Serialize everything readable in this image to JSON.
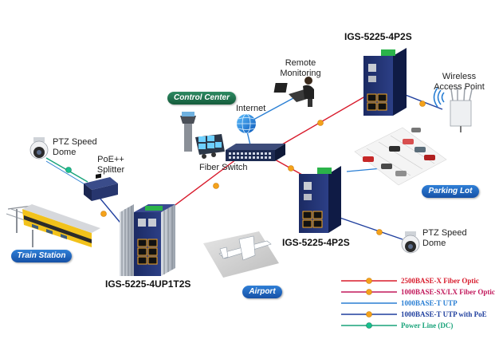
{
  "devices": {
    "top_switch": "IGS-5225-4P2S",
    "mid_switch": "IGS-5225-4P2S",
    "bottom_switch": "IGS-5225-4UP1T2S"
  },
  "labels": {
    "remote_monitoring": "Remote\nMonitoring",
    "internet": "Internet",
    "fiber_switch": "Fiber Switch",
    "wireless_ap": "Wireless\nAccess Point",
    "ptz_left": "PTZ Speed\nDome",
    "ptz_right": "PTZ Speed\nDome",
    "poe_splitter": "PoE++\nSplitter"
  },
  "areas": {
    "control_center": "Control Center",
    "parking_lot": "Parking Lot",
    "train_station": "Train Station",
    "airport": "Airport"
  },
  "legend": [
    {
      "text": "2500BASE-X Fiber Optic",
      "color": "#d81b2c",
      "dot": true
    },
    {
      "text": "1000BASE-SX/LX Fiber Optic",
      "color": "#c2185b",
      "dot": false
    },
    {
      "text": "1000BASE-T UTP",
      "color": "#2a7fd4",
      "dot": false
    },
    {
      "text": "1000BASE-T UTP with PoE",
      "color": "#1f3f9e",
      "dot": true
    },
    {
      "text": "Power Line (DC)",
      "color": "#18a37a",
      "dot": true
    }
  ],
  "colors": {
    "fiber_2500": "#d81b2c",
    "utp": "#2a7fd4",
    "poe": "#1f3f9e",
    "power": "#18a37a",
    "dot": "#f4a21b"
  }
}
